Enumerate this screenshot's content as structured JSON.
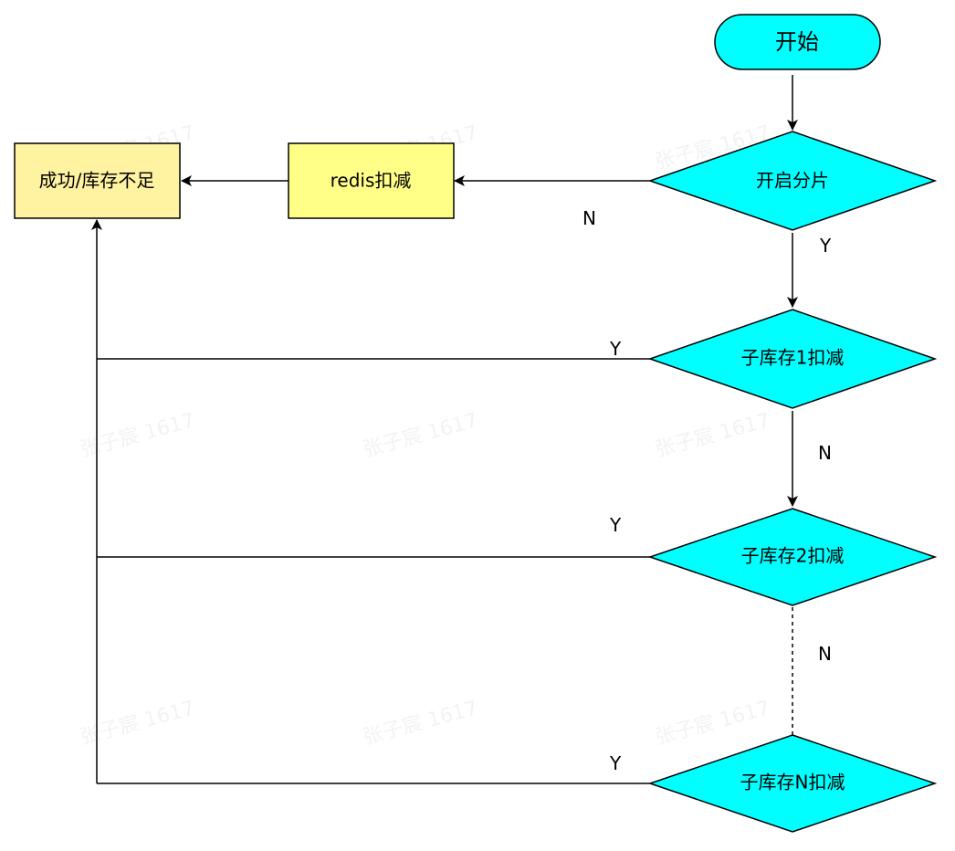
{
  "nodes": {
    "start": "开始",
    "shard_decision": "开启分片",
    "redis_deduct": "redis扣减",
    "result": "成功/库存不足",
    "sub1": "子库存1扣减",
    "sub2": "子库存2扣减",
    "subN": "子库存N扣减"
  },
  "edges": {
    "shard_no": "N",
    "shard_yes": "Y",
    "sub1_yes": "Y",
    "sub1_no": "N",
    "sub2_yes": "Y",
    "sub2_no": "N",
    "subN_yes": "Y"
  },
  "watermark": "张子宸 1617",
  "colors": {
    "terminal_fill": "#00ffff",
    "decision_fill": "#00ffff",
    "process_fill": "#ffff88",
    "result_fill": "#fff2a0",
    "stroke": "#000000"
  }
}
